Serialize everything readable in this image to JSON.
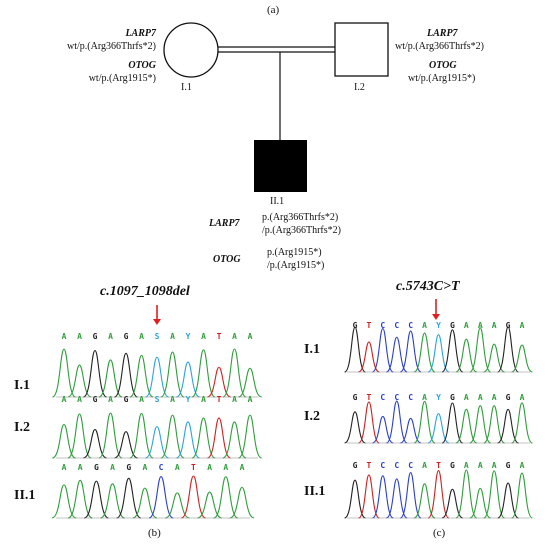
{
  "panels": {
    "a": "(a)",
    "b": "(b)",
    "c": "(c)"
  },
  "pedigree": {
    "I1": {
      "id": "I.1",
      "larp7_gene": "LARP7",
      "larp7_geno": "wt/p.(Arg366Thrfs*2)",
      "otog_gene": "OTOG",
      "otog_geno": "wt/p.(Arg1915*)"
    },
    "I2": {
      "id": "I.2",
      "larp7_gene": "LARP7",
      "larp7_geno": "wt/p.(Arg366Thrfs*2)",
      "otog_gene": "OTOG",
      "otog_geno": "wt/p.(Arg1915*)"
    },
    "II1": {
      "id": "II.1",
      "larp7_gene": "LARP7",
      "larp7_geno_1": "p.(Arg366Thrfs*2)",
      "larp7_geno_2": "/p.(Arg366Thrfs*2)",
      "otog_gene": "OTOG",
      "otog_geno_1": "p.(Arg1915*)",
      "otog_geno_2": "/p.(Arg1915*)"
    }
  },
  "chrom_b": {
    "mutation": "c.1097_1098del",
    "rows": [
      {
        "label": "I.1",
        "bases": [
          "A",
          "A",
          "G",
          "A",
          "G",
          "A",
          "S",
          "A",
          "Y",
          "A",
          "T",
          "A",
          "A"
        ]
      },
      {
        "label": "I.2",
        "bases": [
          "A",
          "A",
          "G",
          "A",
          "G",
          "A",
          "S",
          "A",
          "Y",
          "A",
          "T",
          "A",
          "A"
        ]
      },
      {
        "label": "II.1",
        "bases": [
          "A",
          "A",
          "G",
          "A",
          "G",
          "A",
          "C",
          "A",
          "T",
          "A",
          "A",
          "A"
        ]
      }
    ]
  },
  "chrom_c": {
    "mutation": "c.5743C>T",
    "rows": [
      {
        "label": "I.1",
        "bases": [
          "G",
          "T",
          "C",
          "C",
          "C",
          "A",
          "Y",
          "G",
          "A",
          "A",
          "A",
          "G",
          "A"
        ]
      },
      {
        "label": "I.2",
        "bases": [
          "G",
          "T",
          "C",
          "C",
          "C",
          "A",
          "Y",
          "G",
          "A",
          "A",
          "A",
          "G",
          "A"
        ]
      },
      {
        "label": "II.1",
        "bases": [
          "G",
          "T",
          "C",
          "C",
          "C",
          "A",
          "T",
          "G",
          "A",
          "A",
          "A",
          "G",
          "A"
        ]
      }
    ]
  },
  "colors": {
    "A": "#2e9e3a",
    "C": "#2b3ecf",
    "G": "#222222",
    "T": "#d21f1f",
    "other": "#2aa5e0",
    "arrow": "#e02020"
  }
}
